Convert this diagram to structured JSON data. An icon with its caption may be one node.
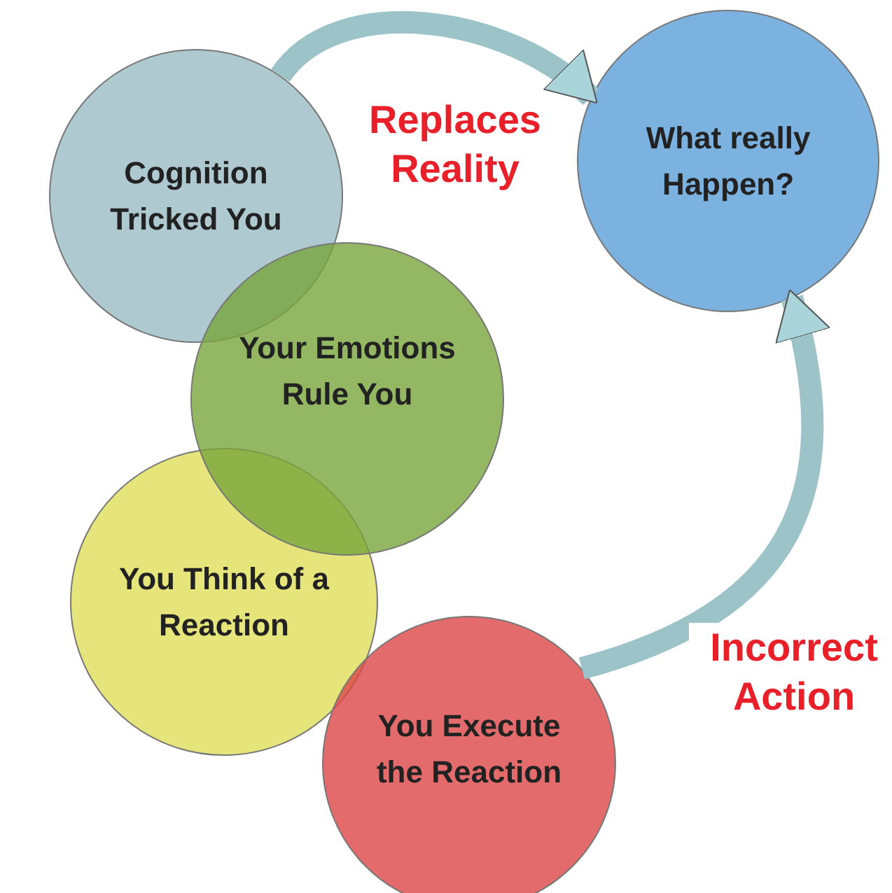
{
  "diagram": {
    "nodes": [
      {
        "text": [
          "Cognition Tricked You"
        ]
      },
      {
        "text": [
          "What really Happen?"
        ]
      },
      {
        "text": [
          "Your Emotions Rule You"
        ]
      },
      {
        "text": [
          "You Think of a Reaction"
        ]
      },
      {
        "text": [
          "You Execute the Reaction"
        ]
      }
    ],
    "edges": [
      {
        "from": 0,
        "to": 1,
        "arrow": "to",
        "label": "Replaces Reality"
      },
      {
        "from": 4,
        "to": 1,
        "arrow": "to",
        "label": "Incorrect Action"
      }
    ]
  }
}
